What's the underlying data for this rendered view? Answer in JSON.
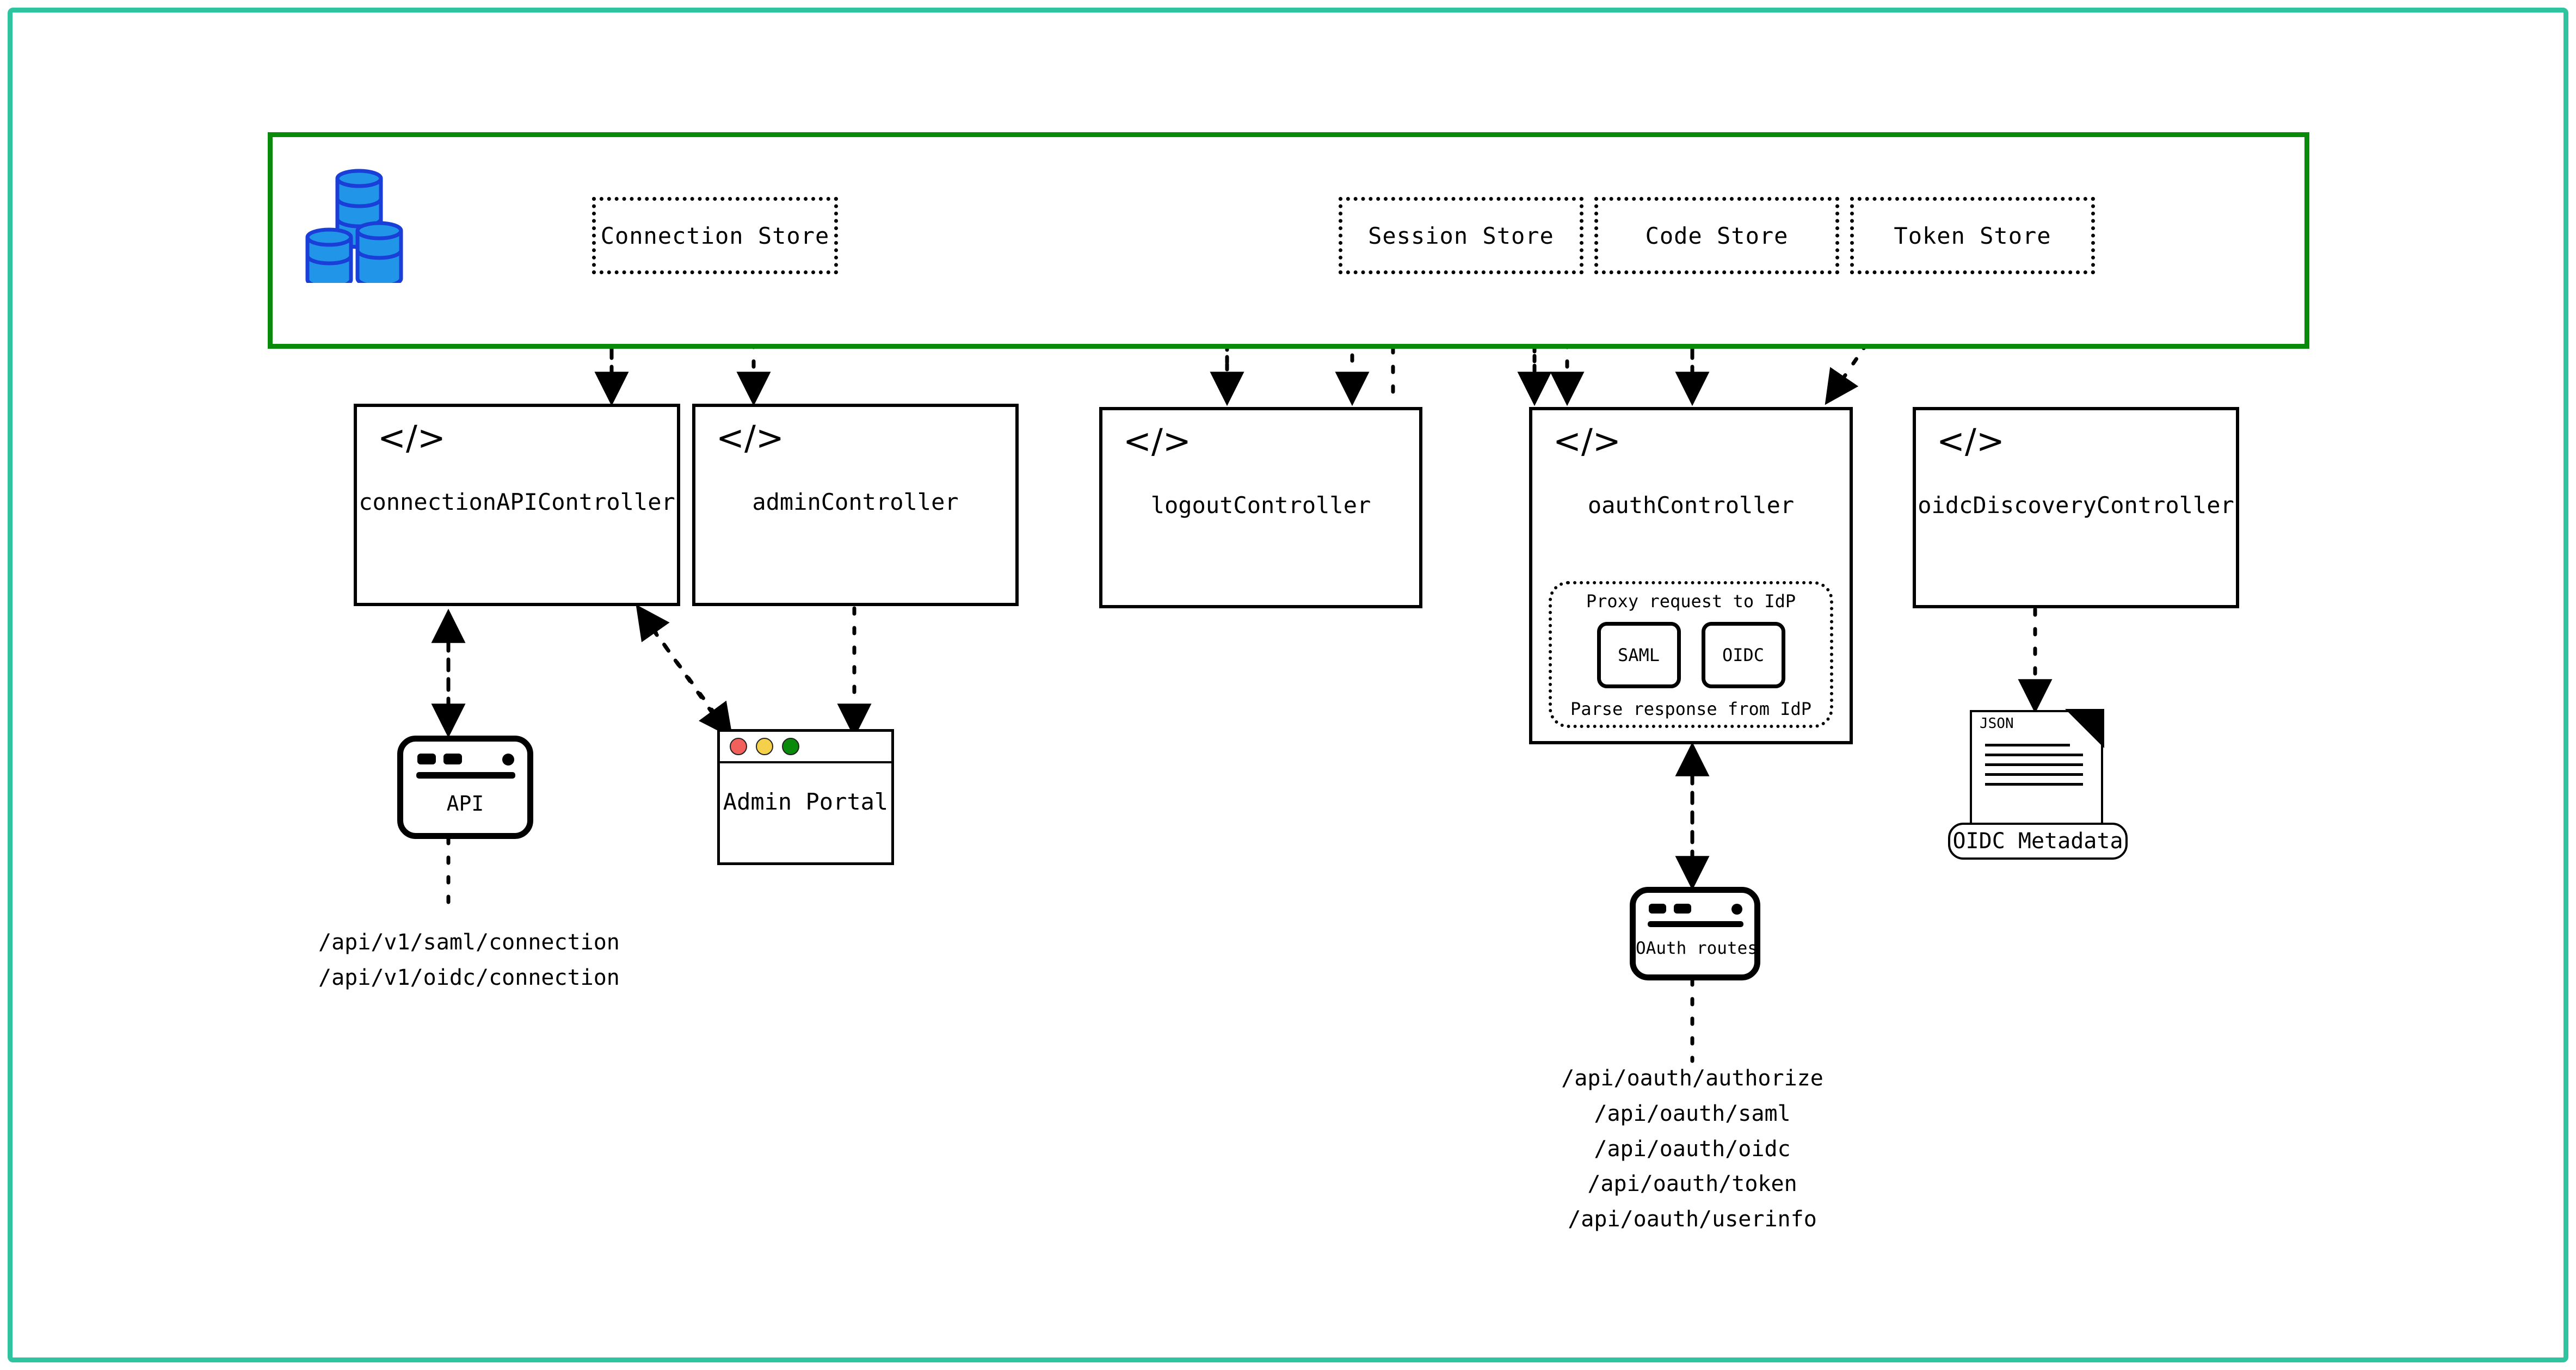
{
  "colors": {
    "outer_frame": "#2ec4a0",
    "store_container": "#0a8a0a",
    "stroke": "#000000",
    "db_fill": "#2196e8",
    "db_stroke": "#1a3ed8",
    "traffic_red": "#f2605c",
    "traffic_yellow": "#f5d04a",
    "traffic_green": "#0a8a0a"
  },
  "stores": {
    "container_name": "persistence-layer",
    "db_icon": "database-stack-icon",
    "items": [
      {
        "label": "Connection Store"
      },
      {
        "label": "Session Store"
      },
      {
        "label": "Code Store"
      },
      {
        "label": "Token Store"
      }
    ]
  },
  "controllers": [
    {
      "label": "connectionAPIController",
      "icon": "code-brackets-icon"
    },
    {
      "label": "adminController",
      "icon": "code-brackets-icon"
    },
    {
      "label": "logoutController",
      "icon": "code-brackets-icon"
    },
    {
      "label": "oauthController",
      "icon": "code-brackets-icon"
    },
    {
      "label": "oidcDiscoveryController",
      "icon": "code-brackets-icon"
    }
  ],
  "idp_group": {
    "top_caption": "Proxy request to IdP",
    "bottom_caption": "Parse response from IdP",
    "pills": [
      {
        "label": "SAML"
      },
      {
        "label": "OIDC"
      }
    ]
  },
  "nodes": {
    "api": {
      "label": "API",
      "icon": "window-icon"
    },
    "admin_portal": {
      "label": "Admin Portal",
      "icon": "browser-window-icon"
    },
    "oauth_routes": {
      "label": "OAuth routes",
      "icon": "window-icon"
    },
    "oidc_metadata": {
      "label": "OIDC Metadata",
      "doc_tag": "JSON",
      "icon": "json-document-icon"
    }
  },
  "endpoints": {
    "connection_api": [
      "/api/v1/saml/connection",
      "/api/v1/oidc/connection"
    ],
    "oauth": [
      "/api/oauth/authorize",
      "/api/oauth/saml",
      "/api/oauth/oidc",
      "/api/oauth/token",
      "/api/oauth/userinfo"
    ]
  }
}
